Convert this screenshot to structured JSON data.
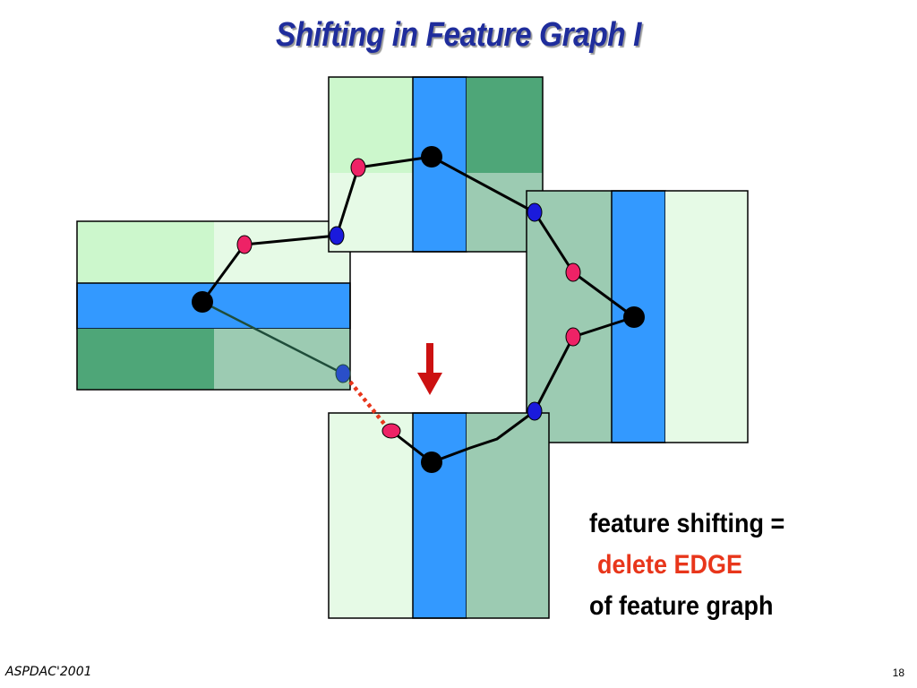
{
  "slide": {
    "title": "Shifting in Feature Graph I",
    "caption": {
      "line1": "feature shifting =",
      "line2": "delete  EDGE",
      "line3": "of feature graph"
    },
    "footer_left": "ASPDAC'2001",
    "page_number": "18"
  },
  "colors": {
    "title": "#1f2d9c",
    "light_green": "#ccf7cc",
    "pale_green": "#e6fae6",
    "mid_green": "#9ccbb2",
    "dark_green": "#4ea678",
    "blue_band": "#3399ff",
    "edge_highlight": "#e8361b",
    "arrow": "#cc1111",
    "pink_node": "#ee2266",
    "blue_node": "#1a1adc",
    "black_node": "#000000"
  }
}
